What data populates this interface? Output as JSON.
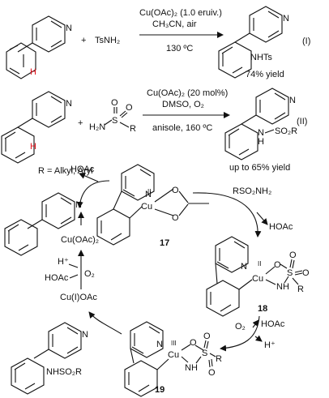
{
  "reaction1": {
    "plus": "+",
    "reagent": "TsNH₂",
    "cond_top": "Cu(OAc)₂ (1.0 eruiv.)",
    "cond_mid": "CH₃CN, air",
    "cond_bottom": "130 ºC",
    "product_group": "NHTs",
    "label": "(I)",
    "yield": "74% yield"
  },
  "reaction2": {
    "plus": "+",
    "reagent_h2n": "H₂N",
    "reagent_s": "S",
    "reagent_r": "R",
    "reagent_o": "O",
    "cond_top": "Cu(OAc)₂ (20 mol%)",
    "cond_mid": "DMSO, O₂",
    "cond_bottom": "anisole, 160 ºC",
    "product_group": "N",
    "product_h": "H",
    "product_so2r": "SO₂R",
    "label": "(II)",
    "r_definition": "R = Alkyl, Aryl",
    "yield": "up to 65% yield"
  },
  "common": {
    "n": "N",
    "h": "H",
    "cu": "Cu",
    "o": "O",
    "s": "S",
    "r": "R"
  },
  "cycle": {
    "hoac_top": "HOAc",
    "cu2": "II",
    "cu3": "III",
    "label_17": "17",
    "label_18": "18",
    "label_19": "19",
    "rso2nh2": "RSO₂NH₂",
    "hoac_right1": "HOAc",
    "hoac_right2": "HOAc",
    "o2_right": "O₂",
    "hplus_right": "H⁺",
    "cuoac2": "Cu(OAc)₂",
    "hplus_left": "H⁺",
    "o2_left": "O₂",
    "hoac_left": "HOAc",
    "cuioac": "Cu(I)OAc",
    "nh": "NH",
    "nhso2r": "NHSO₂R"
  }
}
